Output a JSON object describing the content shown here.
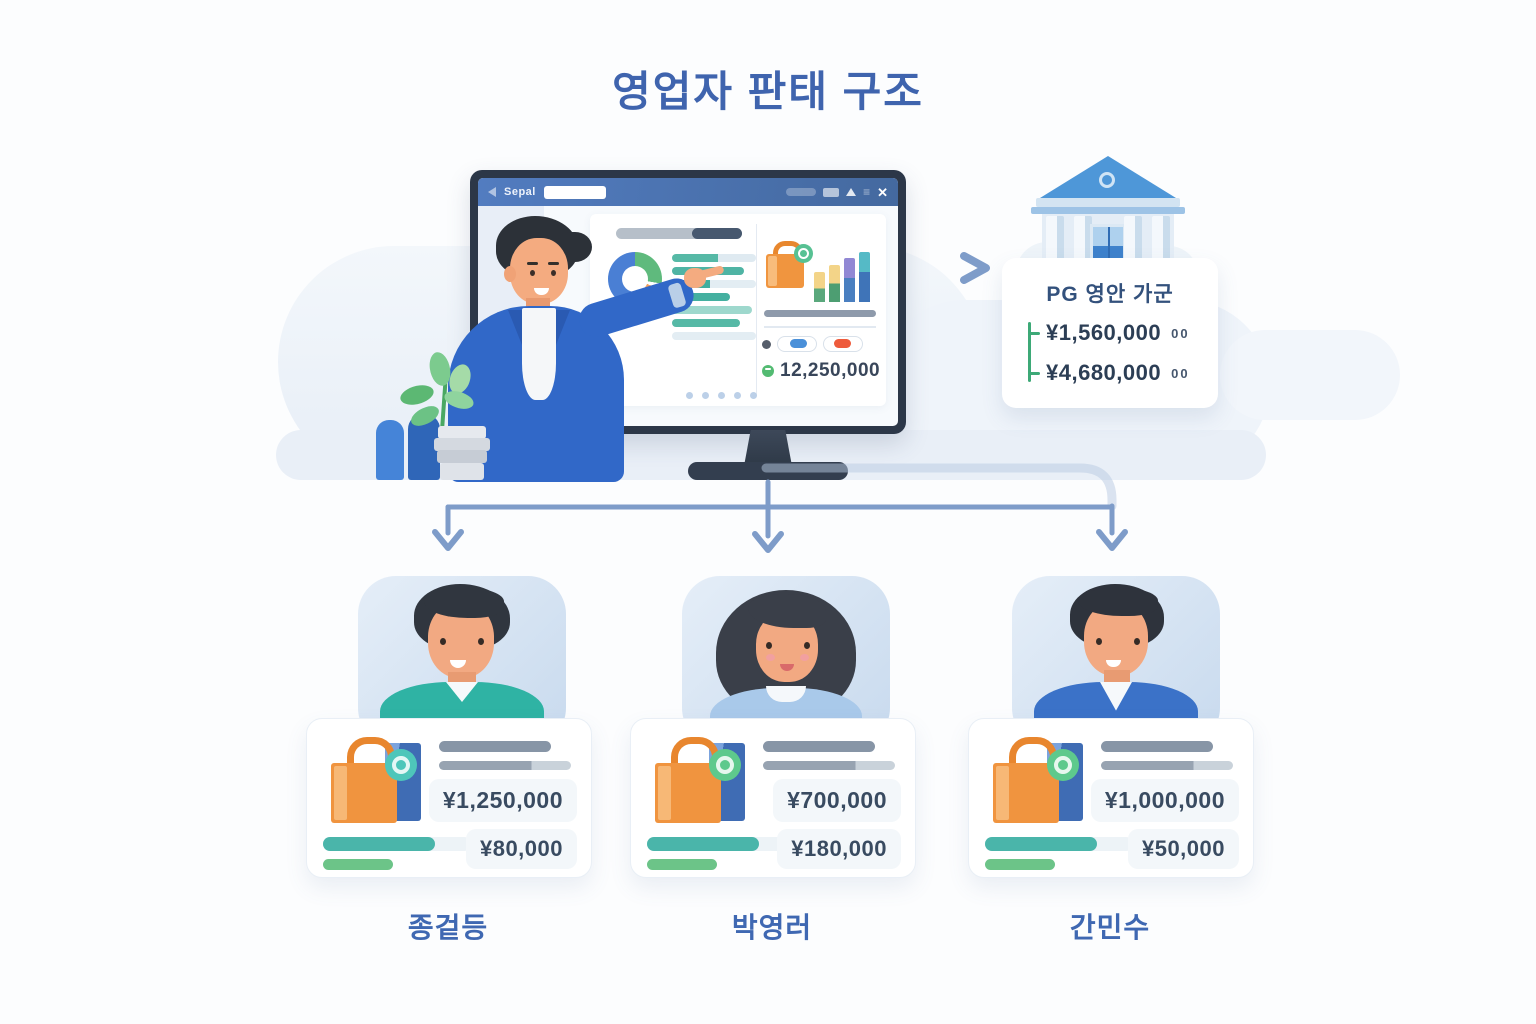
{
  "title": "영업자 판태 구조",
  "presenter_screen": {
    "browser_title": "Sepal",
    "revenue": "12,250,000"
  },
  "pg_card": {
    "title": "PG 영안 가군",
    "settlements": [
      {
        "amount": "¥1,560,000",
        "suffix": "00"
      },
      {
        "amount": "¥4,680,000",
        "suffix": "00"
      }
    ]
  },
  "sellers": [
    {
      "name": "종겉등",
      "sale_amount": "¥1,250,000",
      "fee_amount": "¥80,000"
    },
    {
      "name": "박영러",
      "sale_amount": "¥700,000",
      "fee_amount": "¥180,000"
    },
    {
      "name": "간민수",
      "sale_amount": "¥1,000,000",
      "fee_amount": "¥50,000"
    }
  ],
  "icons": {
    "bank": "bank-building-icon",
    "shopping_bag": "shopping-bag-icon",
    "badge": "circle-badge-icon",
    "monitor": "monitor-icon",
    "arrows": "flow-arrow-icon",
    "close": "✕",
    "menu": "≡"
  },
  "colors": {
    "title_blue": "#3f64ae",
    "name_blue": "#3f68b2",
    "amount_dark": "#394b61",
    "teal": "#2fb3a4",
    "green": "#5ec98c",
    "orange": "#f0943f",
    "arrow_blue": "#7e9cc9",
    "bracket_green": "#3da977",
    "bank_blue": "#4e97d8"
  }
}
